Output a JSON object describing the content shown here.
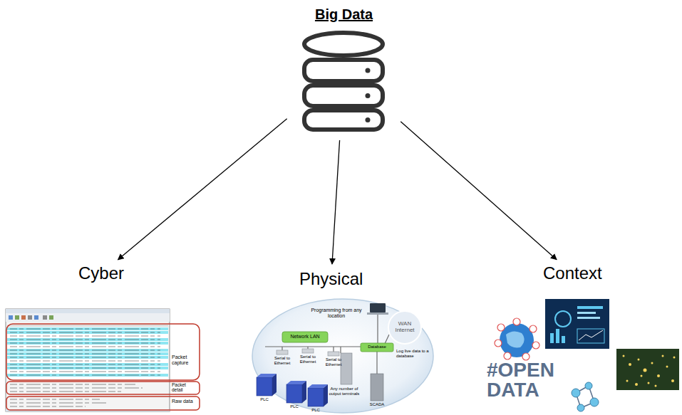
{
  "diagram": {
    "nodes": [
      {
        "text": [
          "Big Data"
        ]
      },
      {
        "text": [
          "Cyber"
        ]
      },
      {
        "text": [
          "Physical"
        ]
      },
      {
        "text": [
          "Context"
        ]
      }
    ],
    "edges": [
      {
        "from": 0,
        "to": 1,
        "arrow": "to"
      },
      {
        "from": 0,
        "to": 2,
        "arrow": "to"
      },
      {
        "from": 0,
        "to": 3,
        "arrow": "to"
      }
    ],
    "labels": [
      "Packet capture",
      "Packet detail",
      "Raw data",
      "Programming from any location",
      "WAN Internet",
      "Network LAN",
      "Serial to Ethernet",
      "Serial to Ethernet",
      "Serial to Ethernet",
      "Database",
      "Log live data to a database",
      "Any number of output terminals",
      "PLC",
      "PLC",
      "PLC",
      "SCADA",
      "#OPEN DATA"
    ]
  }
}
